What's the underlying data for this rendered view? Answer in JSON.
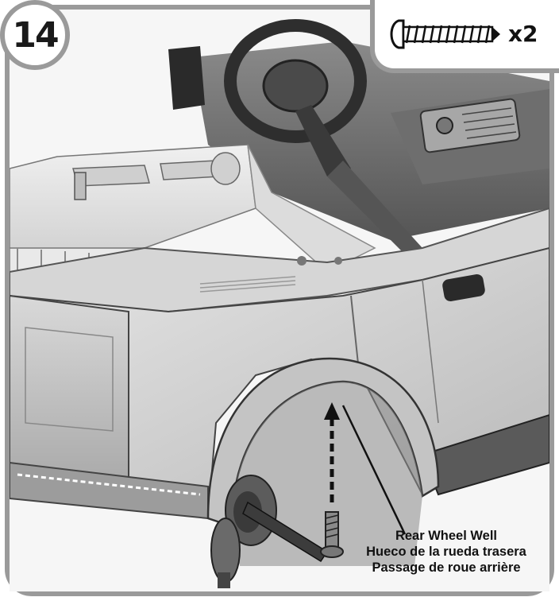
{
  "step": {
    "number": "14"
  },
  "parts": {
    "icon": "screw-icon",
    "quantity": "x2"
  },
  "callout": {
    "line_en": "Rear Wheel Well",
    "line_es": "Hueco de la rueda trasera",
    "line_fr": "Passage de roue arrière"
  },
  "colors": {
    "frame": "#9a9a9a",
    "ink": "#111111"
  }
}
